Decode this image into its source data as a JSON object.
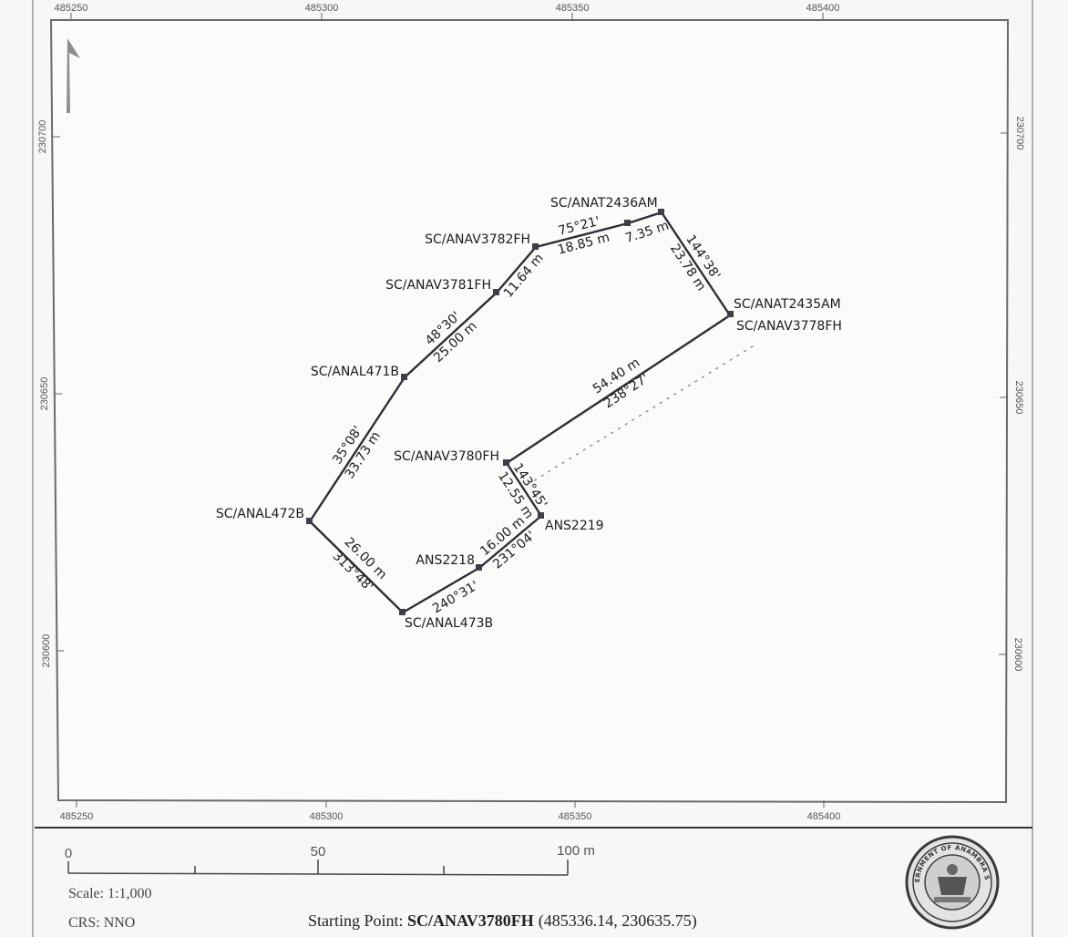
{
  "grid": {
    "x_ticks_top": [
      "485250",
      "485300",
      "485350",
      "485400"
    ],
    "x_ticks_bottom": [
      "485250",
      "485300",
      "485350",
      "485400"
    ],
    "y_ticks_left": [
      "230700",
      "230650",
      "230600"
    ],
    "y_ticks_right": [
      "230700",
      "230650",
      "230600"
    ]
  },
  "parcel": {
    "corners": [
      {
        "id": "SC/ANAV3780FH",
        "label": "SC/ANAV3780FH"
      },
      {
        "id": "SC/ANAV3778FH",
        "label": "SC/ANAV3778FH"
      },
      {
        "id": "SC/ANAT2435AM",
        "label": "SC/ANAT2435AM"
      },
      {
        "id": "SC/ANAT2436AM",
        "label": "SC/ANAT2436AM"
      },
      {
        "id": "SC/ANAV3782FH",
        "label": "SC/ANAV3782FH"
      },
      {
        "id": "SC/ANAV3781FH",
        "label": "SC/ANAV3781FH"
      },
      {
        "id": "SC/ANAL471B",
        "label": "SC/ANAL471B"
      },
      {
        "id": "SC/ANAL472B",
        "label": "SC/ANAL472B"
      },
      {
        "id": "SC/ANAL473B",
        "label": "SC/ANAL473B"
      },
      {
        "id": "ANS2218",
        "label": "ANS2218"
      },
      {
        "id": "ANS2219",
        "label": "ANS2219"
      }
    ],
    "segments": [
      {
        "from": "SC/ANAV3780FH",
        "to": "SC/ANAV3778FH",
        "bearing": "238°27'",
        "distance": "54.40 m"
      },
      {
        "from": "SC/ANAT2435AM",
        "to": "SC/ANAT2436AM",
        "bearing": "144°38'",
        "distance": "23.78 m"
      },
      {
        "from": "SC/ANAT2436AM",
        "to": "SC/ANAV3782FH",
        "bearing": "75°21'",
        "distance": "18.85 m"
      },
      {
        "from": "SC/ANAT2436AM",
        "to": "SC/ANAV3782FH",
        "bearing": "",
        "distance": "7.35 m"
      },
      {
        "from": "SC/ANAV3782FH",
        "to": "SC/ANAV3781FH",
        "bearing": "",
        "distance": "11.64 m"
      },
      {
        "from": "SC/ANAV3781FH",
        "to": "SC/ANAL471B",
        "bearing": "48°30'",
        "distance": "25.00 m"
      },
      {
        "from": "SC/ANAL471B",
        "to": "SC/ANAL472B",
        "bearing": "35°08'",
        "distance": "33.73 m"
      },
      {
        "from": "SC/ANAL472B",
        "to": "SC/ANAL473B",
        "bearing": "313°48'",
        "distance": "26.00 m"
      },
      {
        "from": "SC/ANAL473B",
        "to": "ANS2218",
        "bearing": "240°31'",
        "distance": ""
      },
      {
        "from": "ANS2218",
        "to": "ANS2219",
        "bearing": "231°04'",
        "distance": "16.00 m"
      },
      {
        "from": "ANS2219",
        "to": "SC/ANAV3780FH",
        "bearing": "143°45'",
        "distance": "12.55 m"
      }
    ]
  },
  "scale_bar": {
    "labels": [
      "0",
      "50",
      "100 m"
    ],
    "scale_text": "Scale: 1:1,000",
    "crs_text": "CRS: NNO"
  },
  "starting_point": {
    "prefix": "Starting Point: ",
    "id": "SC/ANAV3780FH",
    "coords": "(485336.14, 230635.75)"
  },
  "seal": {
    "text": "GOVERNMENT OF ANAMBRA STATE"
  },
  "colors": {
    "boundary": "#2b2e36",
    "frame": "#555555",
    "dotted": "#8a8a8a"
  }
}
